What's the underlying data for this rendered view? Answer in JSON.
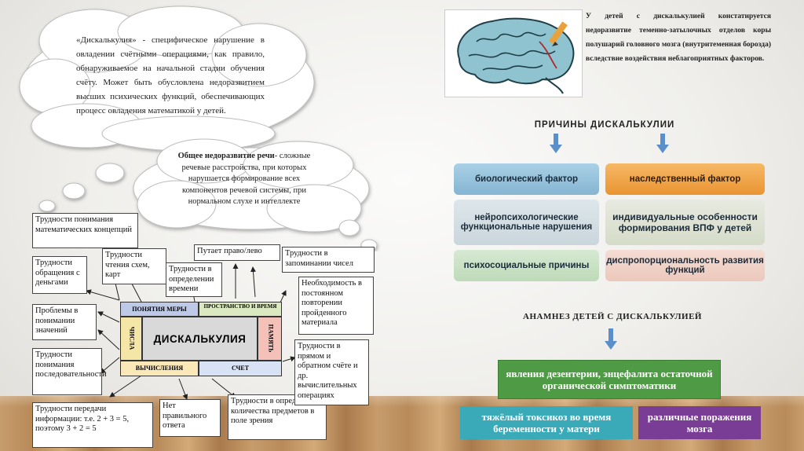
{
  "definition": {
    "text": "«Дискалькулия» - специфическое нарушение в овладении счётными операциями, как правило, обнаруживаемое на начальной стадии обучения счёту. Может быть обусловлена недоразвитием высших психических функций, обеспечивающих процесс овладения математикой у детей."
  },
  "speech_cloud": {
    "title": "Общее недоразвитие речи",
    "text": "- сложные речевые расстройства, при которых нарушается формирование всех компонентов речевой системы, при нормальном слухе и интеллекте"
  },
  "brain_caption": "У детей с дискалькулией констатируется недоразвитие теменно-затылочных отделов коры полушарий головного мозга (внутритеменная борозда) вследствие воздействия неблагоприятных факторов.",
  "center": {
    "title": "ДИСКАЛЬКУЛИЯ",
    "top_left": "ПОНЯТИЯ МЕРЫ",
    "top_right": "ПРОСТРАНСТВО И ВРЕМЯ",
    "left": "ЧИСЛА",
    "right": "ПАМЯТЬ",
    "bottom_left": "ВЫЧИСЛЕНИЯ",
    "bottom_right": "СЧЕТ"
  },
  "difficulties": {
    "math_concepts": "Трудности понимания математических концепций",
    "money": "Трудности обращения с деньгами",
    "values": "Проблемы в понимании значений",
    "sequence": "Трудности понимания последовательности",
    "transfer": "Трудности передачи информации: т.е. 2 + 3 = 5, поэтому 3 + 2 = 5",
    "no_answer": "Нет правильного ответа",
    "count_field": "Трудности в определении количества предметов в поле зрения",
    "forward_back": "Трудности в прямом и обратном счёте и др. вычислительных операциях",
    "repetition": "Необходимость в постоянном повторении пройденного материала",
    "memorize": "Трудности в запоминании чисел",
    "left_right": "Путает право/лево",
    "time": "Трудности в определении времени",
    "charts": "Трудности чтения схем, карт"
  },
  "causes": {
    "heading": "ПРИЧИНЫ ДИСКАЛЬКУЛИИ",
    "left": [
      "биологический фактор",
      "нейропсихологические функциональные нарушения",
      "психосоциальные причины"
    ],
    "right": [
      "наследственный фактор",
      "индивидуальные особенности формирования ВПФ у детей",
      "диспропорциональность развития функций"
    ]
  },
  "anamnesis": {
    "heading": "АНАМНЕЗ ДЕТЕЙ С ДИСКАЛЬКУЛИЕЙ",
    "main": "явления дезентерии, энцефалита остаточной органической симптоматики",
    "left": "тяжёлый токсикоз во время беременности у матери",
    "right": "различные поражения мозга"
  },
  "colors": {
    "blue_pill": "#9dc6dd",
    "orange_pill": "#f2a24a",
    "green": "#4f9a45",
    "teal": "#3aa9b8",
    "purple": "#7a3d95",
    "arrow": "#5b8fc9"
  }
}
